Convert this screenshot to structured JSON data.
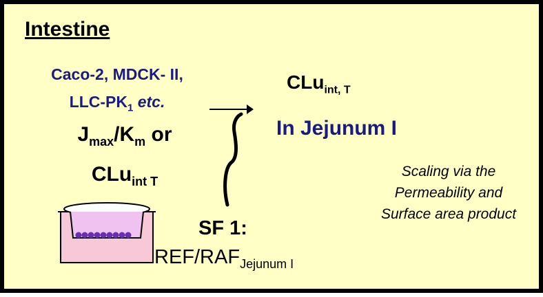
{
  "title": "Intestine",
  "cell_lines": {
    "line1": "Caco-2, MDCK- II,",
    "line2_main": "LLC-PK",
    "line2_sub": "1",
    "line2_italic": "etc."
  },
  "kinetics": {
    "j": "J",
    "j_sub": "max",
    "slash_k": "/K",
    "k_sub": "m",
    "or": " or",
    "clu": "CLu",
    "clu_sub": "int T"
  },
  "output": {
    "clu": "CLu",
    "clu_sub": "int, T",
    "region": "In Jejunum I"
  },
  "scaling_note": "Scaling via the Permeability and Surface area product",
  "scaling_factor": {
    "label": "SF 1:",
    "ref_main": "REF/RAF",
    "ref_sub": "Jejunum I"
  },
  "colors": {
    "background": "#ffffc6",
    "accent_text": "#1a1a80",
    "well_fill": "#f6c8d8",
    "cell_fill": "#6a2fb0"
  }
}
